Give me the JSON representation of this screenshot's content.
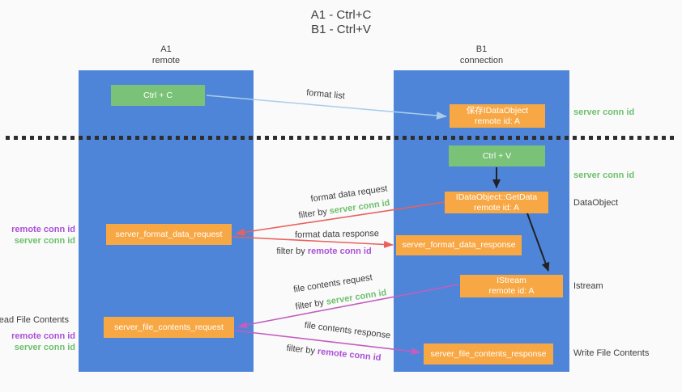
{
  "title": {
    "line1": "A1 - Ctrl+C",
    "line2": "B1 - Ctrl+V"
  },
  "lanes": {
    "a1": {
      "name": "A1",
      "subtitle": "remote"
    },
    "b1": {
      "name": "B1",
      "subtitle": "connection"
    }
  },
  "nodes": {
    "ctrl_c": {
      "label": "Ctrl + C"
    },
    "ctrl_v": {
      "label": "Ctrl + V"
    },
    "save_dataobject": {
      "line1": "保存IDataObject",
      "line2": "remote id: A"
    },
    "getdata": {
      "line1": "IDataObject::GetData",
      "line2": "remote id: A"
    },
    "istream": {
      "line1": "IStream",
      "line2": "remote id: A"
    },
    "format_request": {
      "label": "server_format_data_request"
    },
    "format_response": {
      "label": "server_format_data_response"
    },
    "file_request": {
      "label": "server_file_contents_request"
    },
    "file_response": {
      "label": "server_file_contents_response"
    }
  },
  "flow_labels": {
    "format_list": "format list",
    "format_data_request": "format data request",
    "filter_server_1": {
      "prefix": "filter by ",
      "highlight": "server conn id"
    },
    "format_data_response": "format data response",
    "filter_remote_1": {
      "prefix": "filter by ",
      "highlight": "remote conn id"
    },
    "file_contents_request": "file contents request",
    "filter_server_2": {
      "prefix": "filter by ",
      "highlight": "server conn id"
    },
    "file_contents_response": "file contents response",
    "filter_remote_2": {
      "prefix": "filter by ",
      "highlight": "remote conn id"
    }
  },
  "side_labels": {
    "right": [
      {
        "text": "server conn id"
      },
      {
        "text": "server conn id"
      },
      {
        "text": "DataObject"
      },
      {
        "text": "Istream"
      },
      {
        "text": "Write File Contents"
      }
    ],
    "left": [
      {
        "text": "remote conn id"
      },
      {
        "text": "server conn id"
      },
      {
        "text": "Read File Contents"
      },
      {
        "text": "remote conn id"
      },
      {
        "text": "server conn id"
      }
    ]
  },
  "colors": {
    "lane_blue": "#4E85D8",
    "box_orange": "#F7A845",
    "box_green": "#79C277",
    "arrow_lightblue": "#A9CDEB",
    "arrow_red": "#E8615E",
    "arrow_magenta": "#C25EC0",
    "arrow_black": "#222222",
    "text_green": "#6DC06D",
    "text_purple": "#AB50D6",
    "text_dark": "#3D3D3D",
    "background": "#FAFAFA"
  }
}
